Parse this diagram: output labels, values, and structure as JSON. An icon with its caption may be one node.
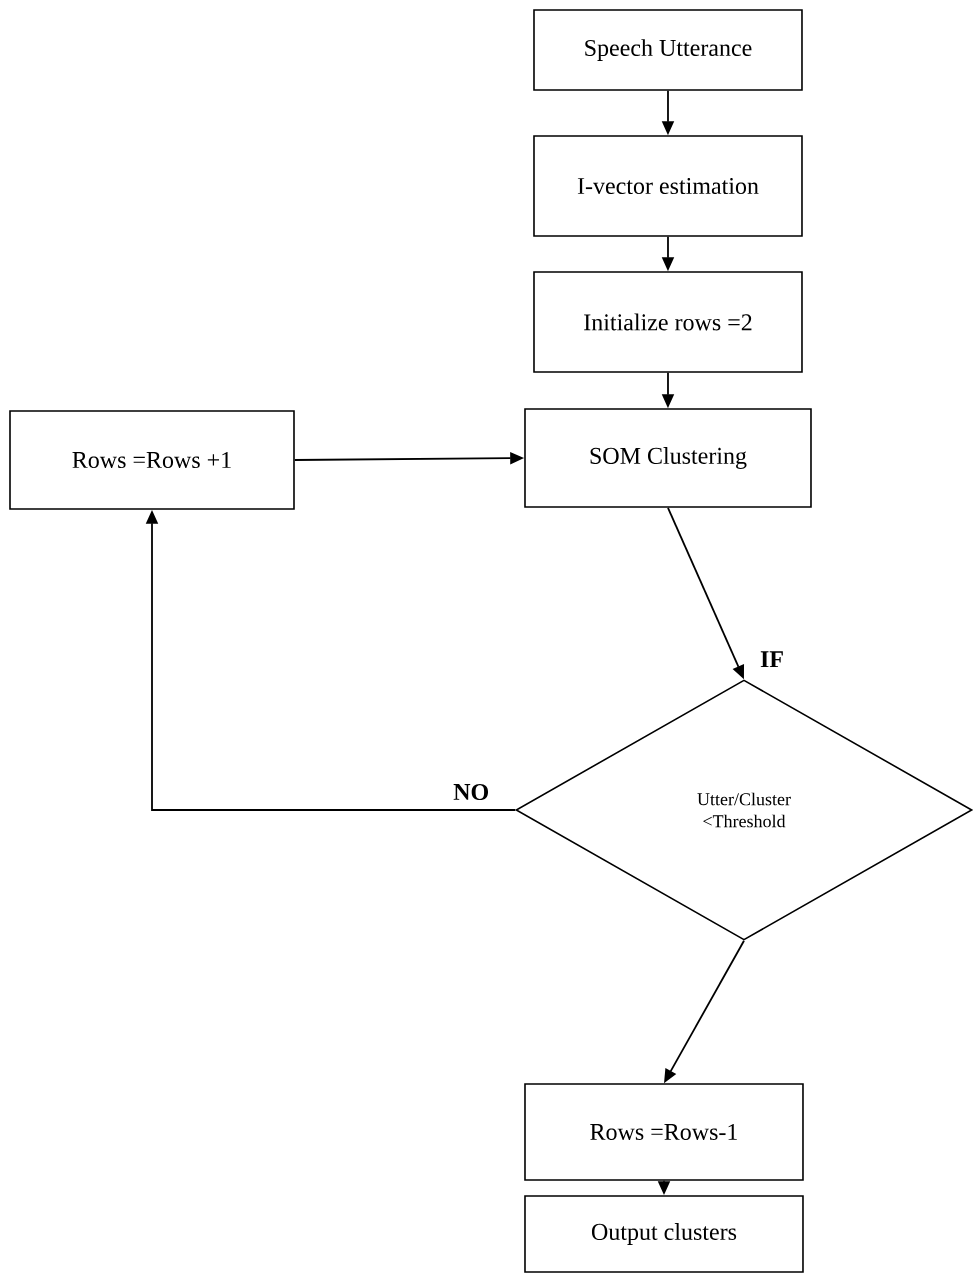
{
  "diagram": {
    "nodes": [
      {
        "text": [
          "Speech Utterance"
        ]
      },
      {
        "text": [
          "I-vector estimation"
        ]
      },
      {
        "text": [
          "Initialize rows =2"
        ]
      },
      {
        "text": [
          "SOM Clustering"
        ]
      },
      {
        "text": [
          "Rows =Rows +1"
        ]
      },
      {
        "text": [
          "Utter/Cluster <Threshold"
        ]
      },
      {
        "text": [
          "Rows =Rows-1"
        ]
      },
      {
        "text": [
          "Output clusters"
        ]
      }
    ],
    "edges": [
      {
        "from": 0,
        "to": 1,
        "arrow": "to"
      },
      {
        "from": 1,
        "to": 2,
        "arrow": "to"
      },
      {
        "from": 2,
        "to": 3,
        "arrow": "to"
      },
      {
        "from": 3,
        "to": 5,
        "arrow": "to",
        "label": "IF"
      },
      {
        "from": 5,
        "to": 4,
        "arrow": "to",
        "label": "NO"
      },
      {
        "from": 4,
        "to": 3,
        "arrow": "to"
      },
      {
        "from": 5,
        "to": 6,
        "arrow": "to"
      },
      {
        "from": 6,
        "to": 7,
        "arrow": "to"
      }
    ]
  }
}
